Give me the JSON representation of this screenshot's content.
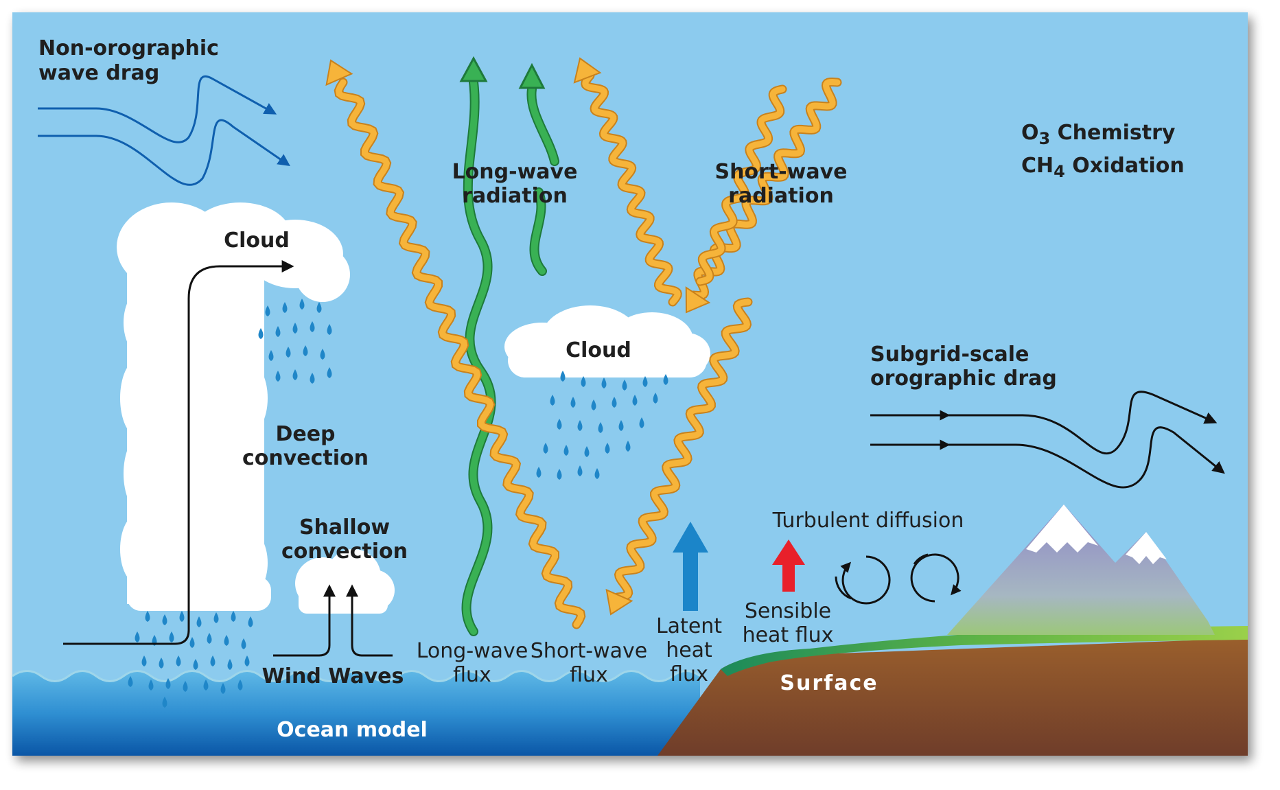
{
  "labels": {
    "non_orographic_1": "Non-orographic",
    "non_orographic_2": "wave drag",
    "cloud_deep": "Cloud",
    "deep_convection_1": "Deep",
    "deep_convection_2": "convection",
    "shallow_convection_1": "Shallow",
    "shallow_convection_2": "convection",
    "wind_waves": "Wind Waves",
    "ocean_model": "Ocean model",
    "long_wave_radiation_1": "Long-wave",
    "long_wave_radiation_2": "radiation",
    "short_wave_radiation_1": "Short-wave",
    "short_wave_radiation_2": "radiation",
    "cloud_mid": "Cloud",
    "long_wave_flux_1": "Long-wave",
    "long_wave_flux_2": "flux",
    "short_wave_flux_1": "Short-wave",
    "short_wave_flux_2": "flux",
    "latent_heat_flux_1": "Latent",
    "latent_heat_flux_2": "heat",
    "latent_heat_flux_3": "flux",
    "o3_chemistry_prefix": "O",
    "o3_chemistry_sub": "3",
    "o3_chemistry_suffix": " Chemistry",
    "ch4_oxidation_prefix": "CH",
    "ch4_oxidation_sub": "4",
    "ch4_oxidation_suffix": " Oxidation",
    "subgrid_drag_1": "Subgrid-scale",
    "subgrid_drag_2": "orographic drag",
    "turbulent_diffusion": "Turbulent diffusion",
    "sensible_heat_flux_1": "Sensible",
    "sensible_heat_flux_2": "heat flux",
    "surface": "Surface"
  },
  "colors": {
    "sky": "#8ccbee",
    "ocean_top": "#4aa6de",
    "ocean_bottom": "#0b5aa8",
    "rain": "#1f86c8",
    "shortwave": "#f6b43a",
    "longwave": "#2fa64a",
    "latent_arrow": "#1b85c9",
    "sensible_arrow": "#e8202a",
    "mountain": "#9b91c9",
    "land": "#8a4b2a",
    "grass": "#7cc046"
  }
}
